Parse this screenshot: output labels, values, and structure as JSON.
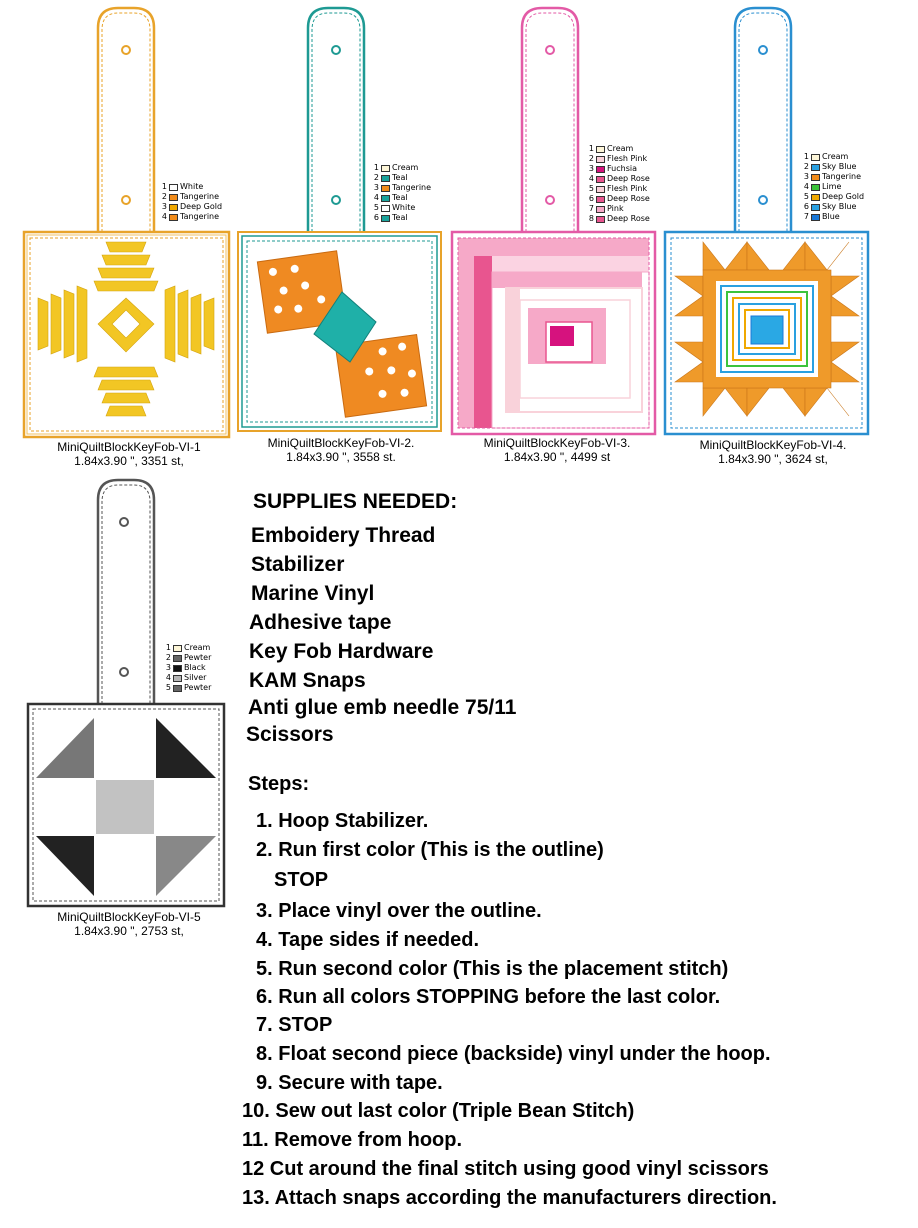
{
  "fobs": [
    {
      "id": "VI-1",
      "name": "MiniQuiltBlockKeyFob-VI-1",
      "info": "1.84x3.90 \", 3351 st,",
      "outline_color": "#e8a32a",
      "legend": [
        {
          "n": "1",
          "label": "White",
          "color": "#ffffff"
        },
        {
          "n": "2",
          "label": "Tangerine",
          "color": "#f28c1a"
        },
        {
          "n": "3",
          "label": "Deep Gold",
          "color": "#f0a800"
        },
        {
          "n": "4",
          "label": "Tangerine",
          "color": "#f28c1a"
        }
      ]
    },
    {
      "id": "VI-2",
      "name": "MiniQuiltBlockKeyFob-VI-2.",
      "info": "1.84x3.90 \", 3558 st.",
      "outline_color": "#1e9a93",
      "legend": [
        {
          "n": "1",
          "label": "Cream",
          "color": "#fdf6d8"
        },
        {
          "n": "2",
          "label": "Teal",
          "color": "#1aa39b"
        },
        {
          "n": "3",
          "label": "Tangerine",
          "color": "#f28c1a"
        },
        {
          "n": "4",
          "label": "Teal",
          "color": "#1aa39b"
        },
        {
          "n": "5",
          "label": "White",
          "color": "#ffffff"
        },
        {
          "n": "6",
          "label": "Teal",
          "color": "#1aa39b"
        }
      ]
    },
    {
      "id": "VI-3",
      "name": "MiniQuiltBlockKeyFob-VI-3.",
      "info": "1.84x3.90 \", 4499 st",
      "outline_color": "#e35aa6",
      "legend": [
        {
          "n": "1",
          "label": "Cream",
          "color": "#fdf6d8"
        },
        {
          "n": "2",
          "label": "Flesh Pink",
          "color": "#f9d2da"
        },
        {
          "n": "3",
          "label": "Fuchsia",
          "color": "#d6127e"
        },
        {
          "n": "4",
          "label": "Deep Rose",
          "color": "#e8558f"
        },
        {
          "n": "5",
          "label": "Flesh Pink",
          "color": "#f9d2da"
        },
        {
          "n": "6",
          "label": "Deep Rose",
          "color": "#e8558f"
        },
        {
          "n": "7",
          "label": "Pink",
          "color": "#f6a9c8"
        },
        {
          "n": "8",
          "label": "Deep Rose",
          "color": "#e8558f"
        }
      ]
    },
    {
      "id": "VI-4",
      "name": "MiniQuiltBlockKeyFob-VI-4.",
      "info": "1.84x3.90 \", 3624 st,",
      "outline_color": "#2a8fd0",
      "legend": [
        {
          "n": "1",
          "label": "Cream",
          "color": "#fdf6d8"
        },
        {
          "n": "2",
          "label": "Sky Blue",
          "color": "#2aa0e0"
        },
        {
          "n": "3",
          "label": "Tangerine",
          "color": "#f28c1a"
        },
        {
          "n": "4",
          "label": "Lime",
          "color": "#3cc43c"
        },
        {
          "n": "5",
          "label": "Deep Gold",
          "color": "#f0a800"
        },
        {
          "n": "6",
          "label": "Sky Blue",
          "color": "#2aa0e0"
        },
        {
          "n": "7",
          "label": "Blue",
          "color": "#1a78d8"
        }
      ]
    },
    {
      "id": "VI-5",
      "name": "MiniQuiltBlockKeyFob-VI-5",
      "info": "1.84x3.90 \", 2753 st,",
      "outline_color": "#555555",
      "legend": [
        {
          "n": "1",
          "label": "Cream",
          "color": "#fdf6d8"
        },
        {
          "n": "2",
          "label": "Pewter",
          "color": "#666666"
        },
        {
          "n": "3",
          "label": "Black",
          "color": "#111111"
        },
        {
          "n": "4",
          "label": "Silver",
          "color": "#b8b8b8"
        },
        {
          "n": "5",
          "label": "Pewter",
          "color": "#666666"
        }
      ]
    }
  ],
  "supplies": {
    "title": "SUPPLIES NEEDED:",
    "items": [
      "Emboidery Thread",
      "Stabilizer",
      "Marine Vinyl",
      "Adhesive tape",
      "Key Fob Hardware",
      "KAM Snaps",
      "Anti glue emb needle 75/11",
      "Scissors"
    ]
  },
  "steps": {
    "title": "Steps:",
    "lines": [
      "1. Hoop Stabilizer.",
      "2. Run first color  (This is the outline)",
      "STOP",
      "3. Place vinyl over the outline.",
      "4. Tape sides if needed.",
      "5. Run second color (This is the placement stitch)",
      "6. Run all colors STOPPING before the last color.",
      "7. STOP",
      "8. Float second piece (backside) vinyl under the hoop.",
      "9. Secure with tape.",
      "10. Sew out last color (Triple Bean Stitch)",
      "11. Remove from hoop.",
      "12 Cut around the final stitch using good vinyl scissors",
      "13. Attach snaps according the manufacturers direction."
    ]
  }
}
